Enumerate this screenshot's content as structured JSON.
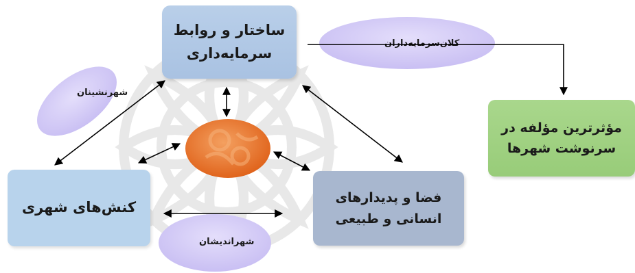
{
  "nodes": {
    "structure": {
      "line1": "ساختار و روابط",
      "line2": "سرمایه‌داری"
    },
    "actions": {
      "line1": "کنش‌های شهری"
    },
    "space": {
      "line1": "فضا و پدیدارهای",
      "line2": "انسانی و طبیعی"
    },
    "effective": {
      "line1": "مؤثرترین مؤلفه در",
      "line2": "سرنوشت شهرها"
    }
  },
  "ellipses": {
    "capitalists": "کلان‌سرمایه‌داران",
    "citizens": "شهرنشینان",
    "thinkers": "شهراندیشان"
  },
  "colors": {
    "structure_box": "#b0c8e6",
    "actions_box": "#b8d3ec",
    "space_box": "#a8b7cf",
    "effective_box": "#a0d184",
    "ellipse": "#d5cdf7",
    "center_circle": "#e87830",
    "watermark": "#d8d8d8",
    "arrow": "#000000"
  }
}
